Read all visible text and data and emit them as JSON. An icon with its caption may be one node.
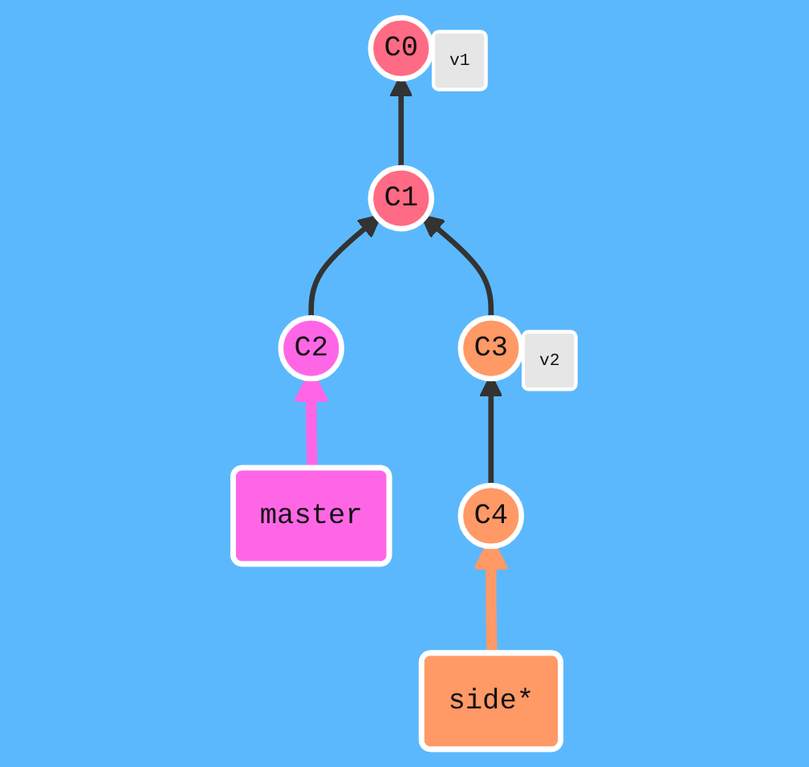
{
  "diagram": {
    "nodes": [
      {
        "text": [
          "C0"
        ]
      },
      {
        "text": [
          "v1"
        ]
      },
      {
        "text": [
          "C1"
        ]
      },
      {
        "text": [
          "master"
        ]
      },
      {
        "text": [
          "C2"
        ]
      },
      {
        "text": [
          "C3"
        ]
      },
      {
        "text": [
          "v2"
        ]
      },
      {
        "text": [
          "C4"
        ]
      },
      {
        "text": [
          "side*"
        ]
      }
    ],
    "edges": [
      {
        "from": 2,
        "to": 0,
        "arrow": "to"
      },
      {
        "from": 4,
        "to": 2,
        "arrow": "to"
      },
      {
        "from": 5,
        "to": 2,
        "arrow": "to"
      },
      {
        "from": 7,
        "to": 5,
        "arrow": "to"
      },
      {
        "from": 3,
        "to": 4,
        "arrow": "to",
        "style": "thick",
        "color": "#ff66e6"
      },
      {
        "from": 8,
        "to": 7,
        "arrow": "to",
        "style": "thick",
        "color": "#ff9966"
      }
    ]
  }
}
